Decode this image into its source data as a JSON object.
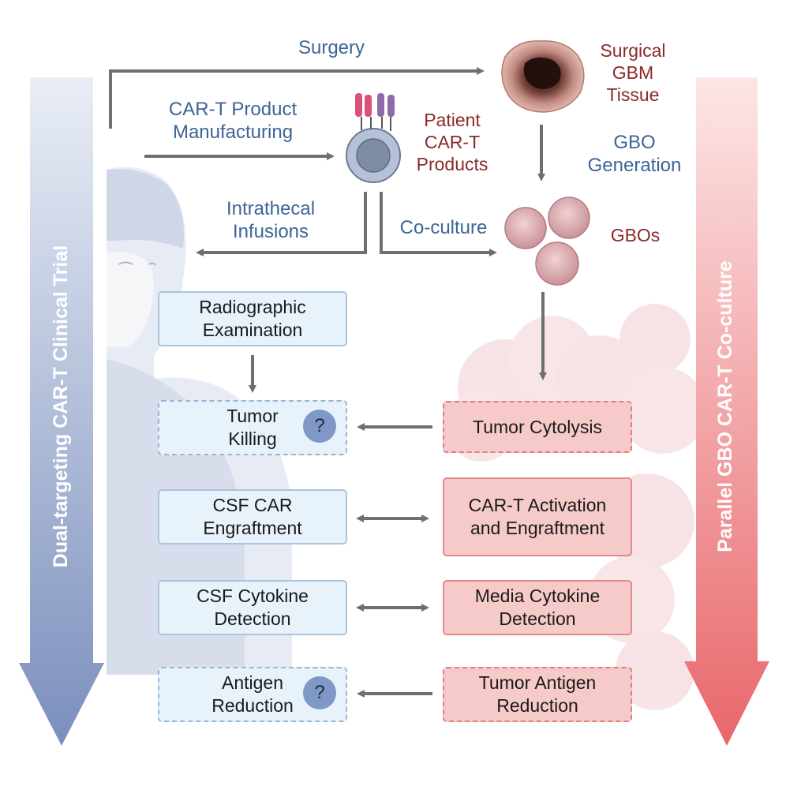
{
  "labels": {
    "surgery": "Surgery",
    "car_t_manufacturing": [
      "CAR-T Product",
      "Manufacturing"
    ],
    "patient_products": [
      "Patient",
      "CAR-T",
      "Products"
    ],
    "surgical_tissue": [
      "Surgical",
      "GBM",
      "Tissue"
    ],
    "gbo_generation": [
      "GBO",
      "Generation"
    ],
    "intrathecal": [
      "Intrathecal",
      "Infusions"
    ],
    "coculture": "Co-culture",
    "gbos": "GBOs"
  },
  "left_track": {
    "title": "Dual-targeting  CAR-T Clinical Trial",
    "color_top": "#e6ecf5",
    "color_bottom": "#7f93bf",
    "boxes": [
      {
        "lines": [
          "Radiographic",
          "Examination"
        ],
        "dashed": false,
        "question": ""
      },
      {
        "lines": [
          "Tumor",
          "Killing"
        ],
        "dashed": true,
        "question": "?"
      },
      {
        "lines": [
          "CSF CAR",
          "Engraftment"
        ],
        "dashed": false,
        "question": ""
      },
      {
        "lines": [
          "CSF Cytokine",
          "Detection"
        ],
        "dashed": false,
        "question": ""
      },
      {
        "lines": [
          "Antigen",
          "Reduction"
        ],
        "dashed": true,
        "question": "?"
      }
    ]
  },
  "right_track": {
    "title": "Parallel GBO CAR-T Co-culture",
    "color_top": "#fbe3e3",
    "color_bottom": "#e86a6a",
    "boxes": [
      {
        "lines": [
          "Tumor Cytolysis"
        ],
        "dashed": true
      },
      {
        "lines": [
          "CAR-T Activation",
          "and Engraftment"
        ],
        "dashed": false
      },
      {
        "lines": [
          "Media Cytokine",
          "Detection"
        ],
        "dashed": false
      },
      {
        "lines": [
          "Tumor Antigen",
          "Reduction"
        ],
        "dashed": true
      }
    ]
  },
  "colors": {
    "arrow": "#6f6f6f",
    "blue_text": "#3d6596",
    "red_text": "#8a2a2a",
    "tissue": "#c98f86",
    "organoid": "#d9a9ad",
    "receptor_pink": "#d9507a",
    "receptor_purple": "#8e6aa8",
    "tcell": "#a9b6cc"
  },
  "icons": [
    "tissue-icon",
    "car-t-cell-icon",
    "organoid-icon",
    "patient-illustration",
    "tumor-mass-illustration"
  ]
}
